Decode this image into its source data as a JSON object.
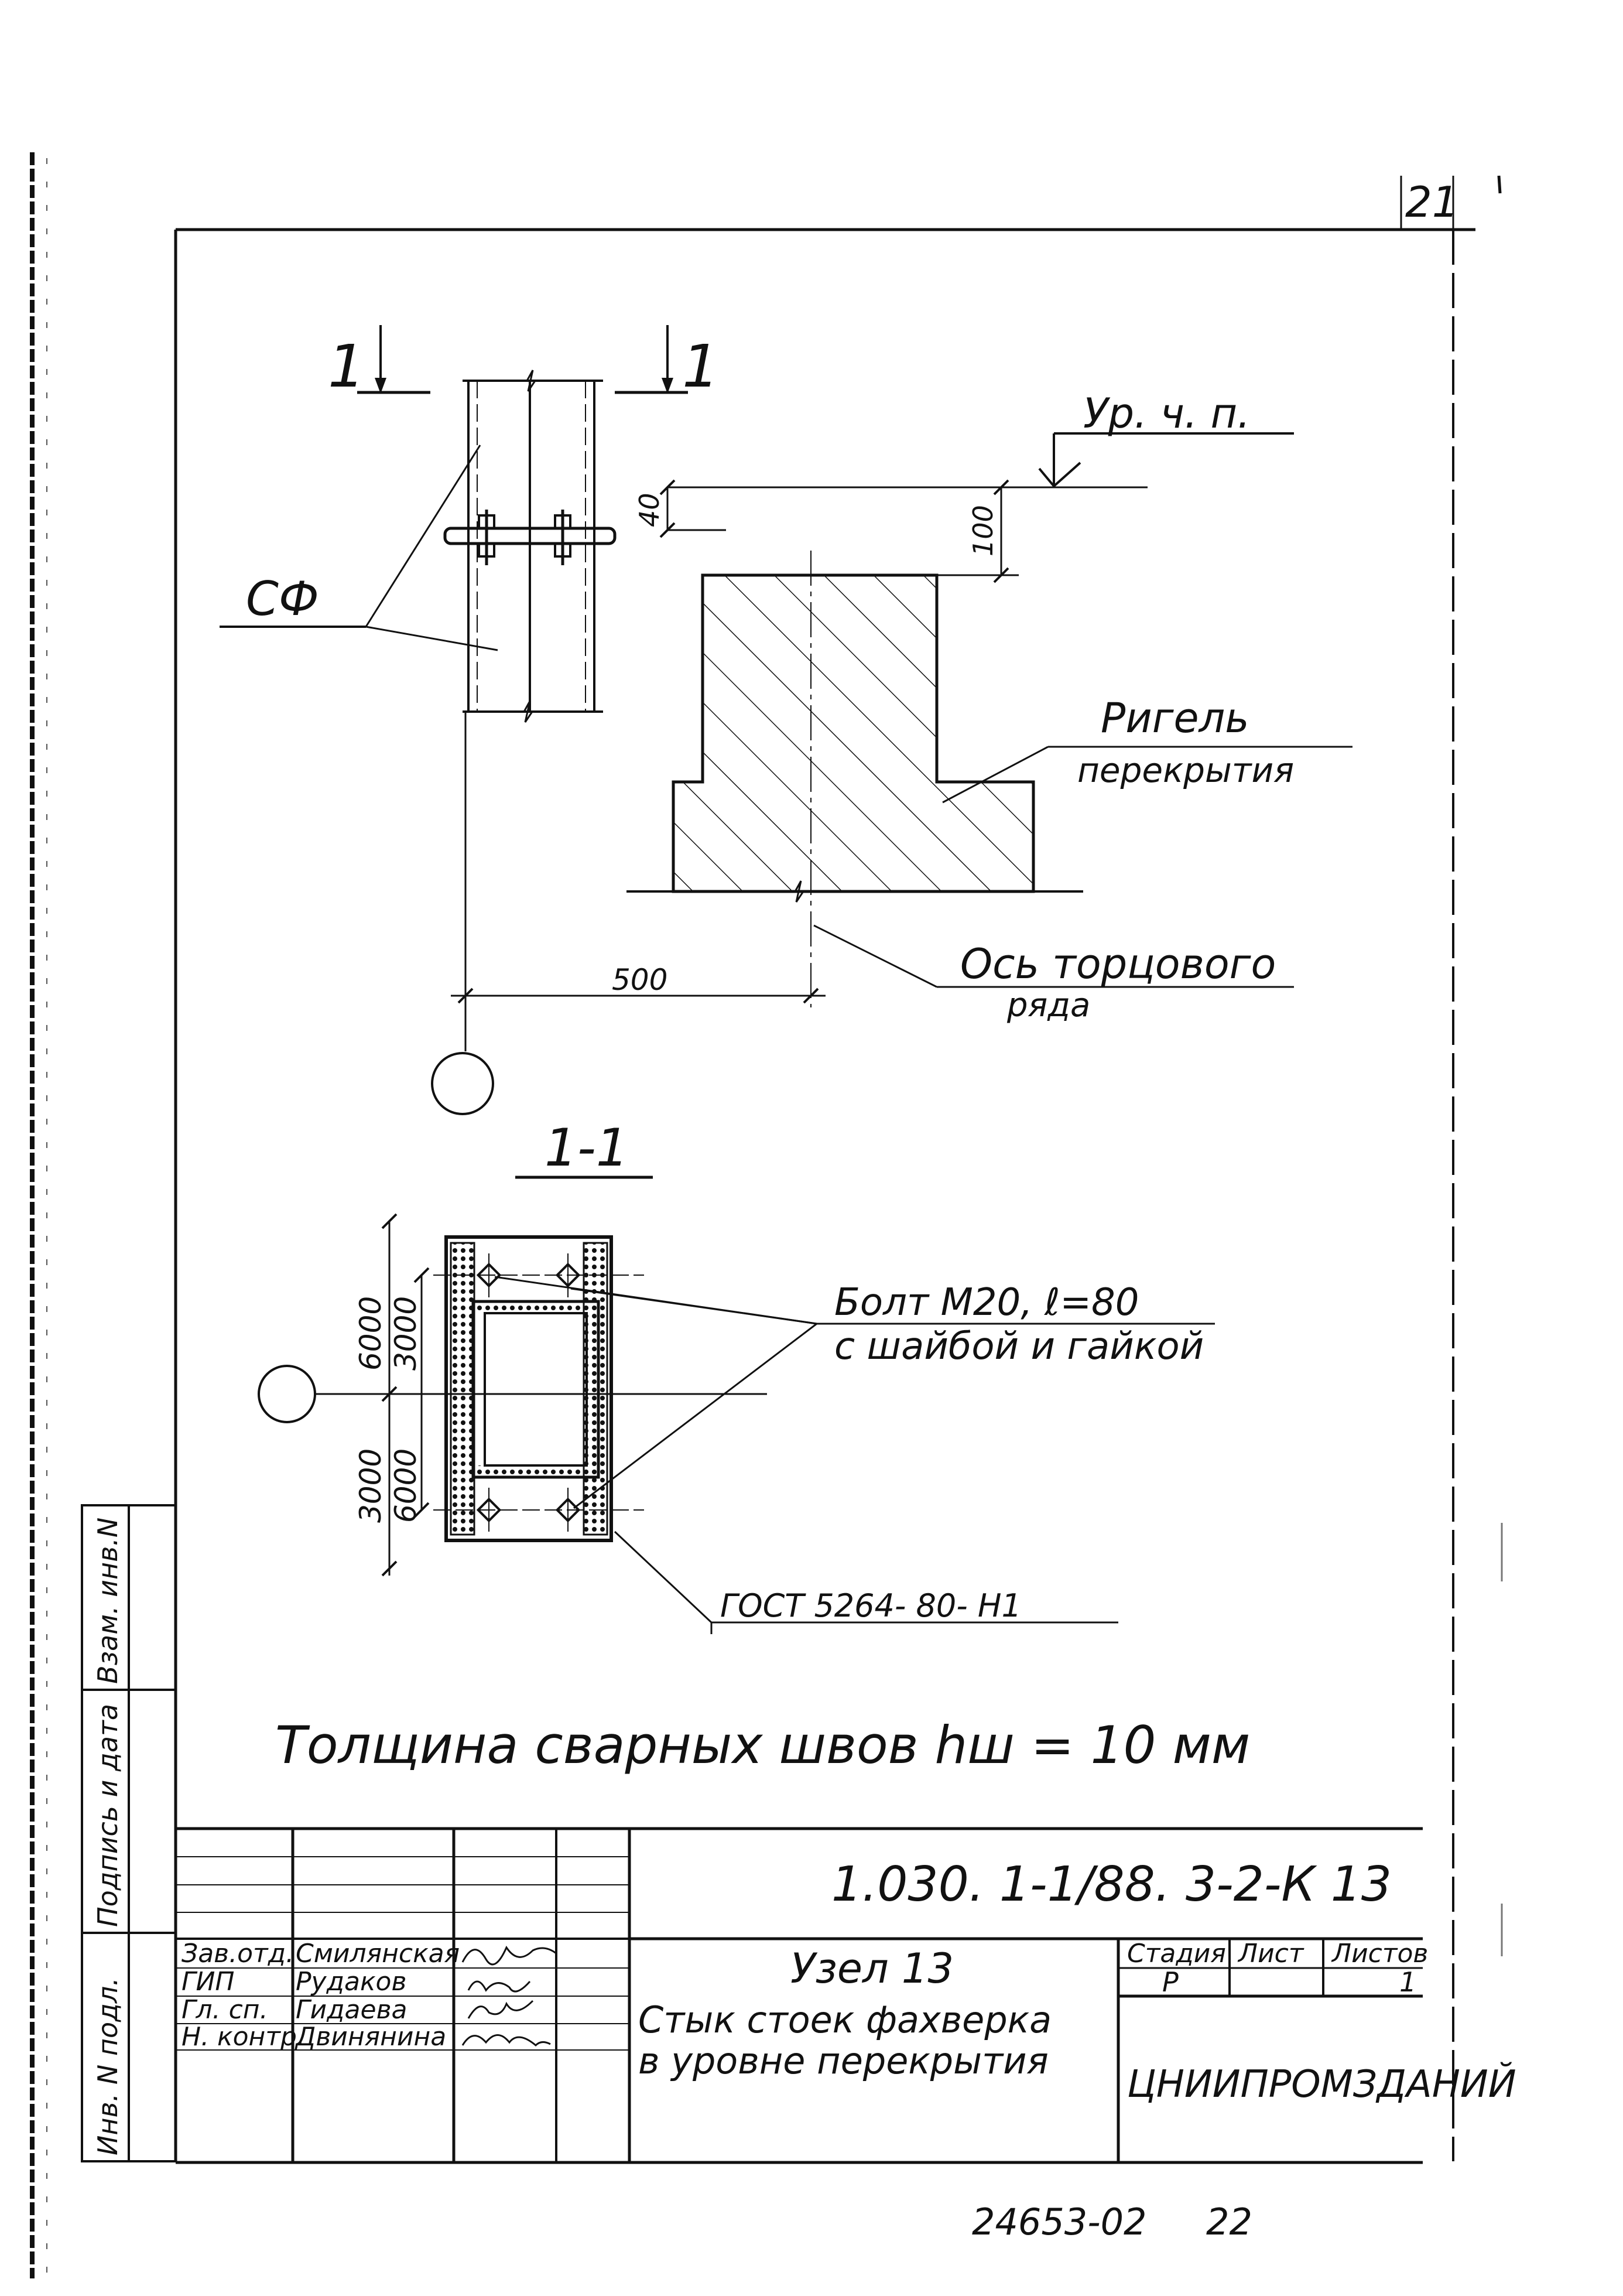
{
  "sheet": {
    "page_number": "21",
    "doc_code": "1.030. 1-1/88. 3-2-К 13",
    "archive_number": "24653-02",
    "archive_suffix": "22"
  },
  "elevation": {
    "section_mark_left": "1",
    "section_mark_right": "1",
    "label_sf": "СФ",
    "level_label": "Ур. ч. п.",
    "dim_40": "40",
    "dim_100": "100",
    "beam_label_line1": "Ригель",
    "beam_label_line2": "перекрытия",
    "axis_label_line1": "Ось торцового",
    "axis_label_line2": "ряда",
    "dim_500": "500"
  },
  "section": {
    "title": "1-1",
    "bolt_label_line1": "Болт  М20,  ℓ=80",
    "bolt_label_line2": "с шайбой и гайкой",
    "dim_6000_top": "6000",
    "dim_3000_top": "3000",
    "dim_3000_bottom": "3000",
    "dim_6000_bottom": "6000",
    "weld_label": "ГОСТ 5264- 80- Н1"
  },
  "note": {
    "weld_text": "Толщина   сварных   швов hш = 10 мм"
  },
  "side_stamp": {
    "cell_1": "Взам. инв.N",
    "cell_2": "Подпись и дата",
    "cell_3": "Инв. N подл."
  },
  "title_block": {
    "roles": [
      "Зав.отд.",
      "ГИП",
      "Гл. сп.",
      "Н. контр."
    ],
    "names": [
      "Смилянская",
      "Рудаков",
      "Гидаева",
      "Двинянина"
    ],
    "node_title": "Узел 13",
    "description_line1": "Стык стоек фахверка",
    "description_line2": "в уровне перекрытия",
    "stage_header": "Стадия",
    "sheet_header": "Лист",
    "sheets_header": "Листов",
    "stage_value": "Р",
    "sheets_value": "1",
    "organization": "ЦНИИПРОМЗДАНИЙ"
  }
}
